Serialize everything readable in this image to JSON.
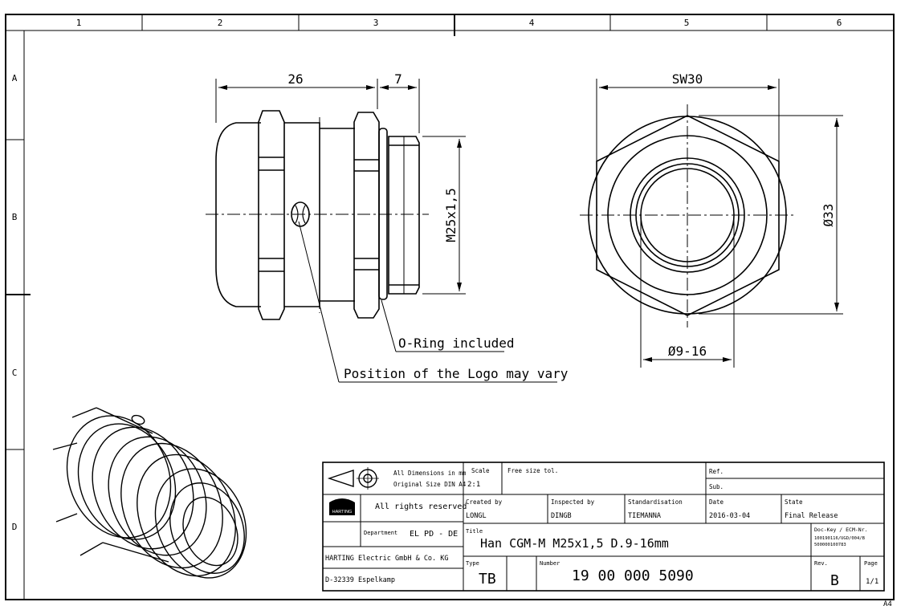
{
  "grid": {
    "columns": [
      "1",
      "2",
      "3",
      "4",
      "5",
      "6"
    ],
    "rows": [
      "A",
      "B",
      "C",
      "D"
    ]
  },
  "dimensions": {
    "length_body": "26",
    "length_thread": "7",
    "thread": "M25x1,5",
    "across_flats": "SW30",
    "outer_diameter": "Ø33",
    "clamping_range": "Ø9-16"
  },
  "notes": {
    "oring": "O-Ring included",
    "logo": "Position of the Logo may vary"
  },
  "title_block": {
    "dims_note_1": "All Dimensions in mm",
    "dims_note_2": "Original Size DIN A4",
    "scale_label": "Scale",
    "scale_value": "2:1",
    "tolerance": "Free size tol.",
    "ref_label": "Ref.",
    "sub_label": "Sub.",
    "rights": "All rights reserved",
    "logo_text": "HARTING",
    "department_label": "Department",
    "department_value": "EL PD - DE",
    "company": "HARTING Electric GmbH & Co. KG",
    "address": "D-32339 Espelkamp",
    "created_label": "Created by",
    "created_value": "LONGL",
    "inspected_label": "Inspected by",
    "inspected_value": "DINGB",
    "standard_label": "Standardisation",
    "standard_value": "TIEMANNA",
    "date_label": "Date",
    "date_value": "2016-03-04",
    "state_label": "State",
    "state_value": "Final Release",
    "title_label": "Title",
    "title_value": "Han CGM-M M25x1,5 D.9-16mm",
    "dockey_label": "Doc-Key / ECM-Nr.",
    "dockey_1": "100190116/UGD/004/B",
    "dockey_2": "500000100783",
    "type_label": "Type",
    "type_value": "TB",
    "number_label": "Number",
    "number_value": "19 00 000 5090",
    "rev_label": "Rev.",
    "rev_value": "B",
    "page_label": "Page",
    "page_value": "1/1"
  },
  "corner_mark": "A4"
}
